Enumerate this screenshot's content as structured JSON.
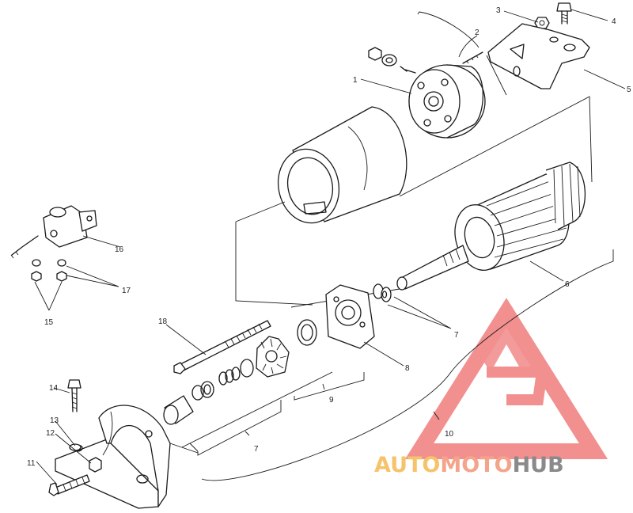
{
  "callouts": [
    "1",
    "2",
    "3",
    "4",
    "5",
    "6",
    "7",
    "7",
    "8",
    "9",
    "7",
    "10",
    "11",
    "12",
    "13",
    "14",
    "15",
    "16",
    "17",
    "18"
  ],
  "watermark": {
    "auto": "AUTO",
    "moto": "MOTO",
    "hub": "HUB",
    "color_auto": "#f5c36b",
    "color_moto": "#f4a48a",
    "color_hub": "#8a8a8a",
    "logo_color": "#f07c7c"
  }
}
